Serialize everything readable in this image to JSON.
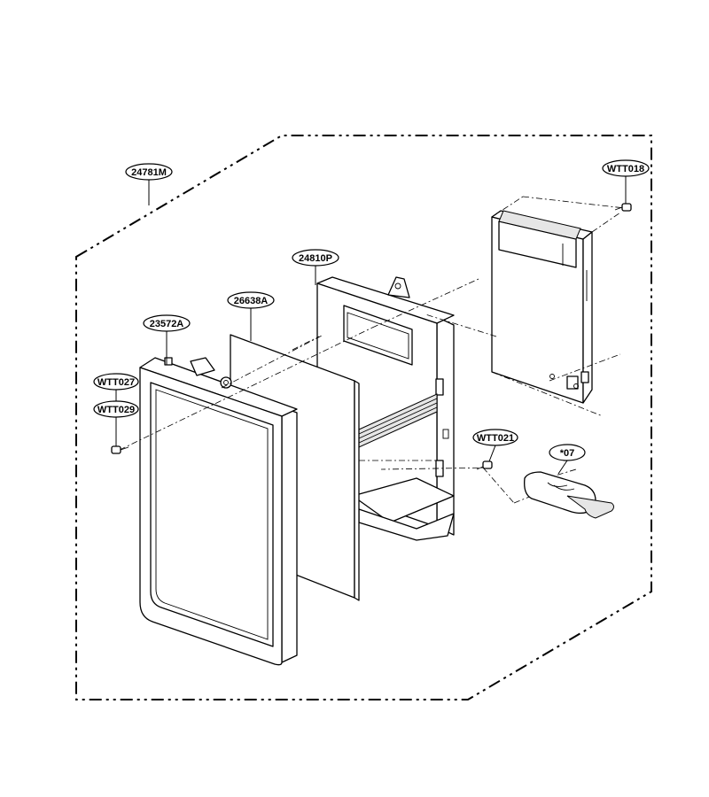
{
  "labels": {
    "assembly": "24781M",
    "pcb_screw": "WTT018",
    "control_panel": "24810P",
    "membrane": "26638A",
    "frame": "23572A",
    "screw_a": "WTT027",
    "screw_b": "WTT029",
    "screw_c": "WTT021",
    "cable": "*07"
  }
}
